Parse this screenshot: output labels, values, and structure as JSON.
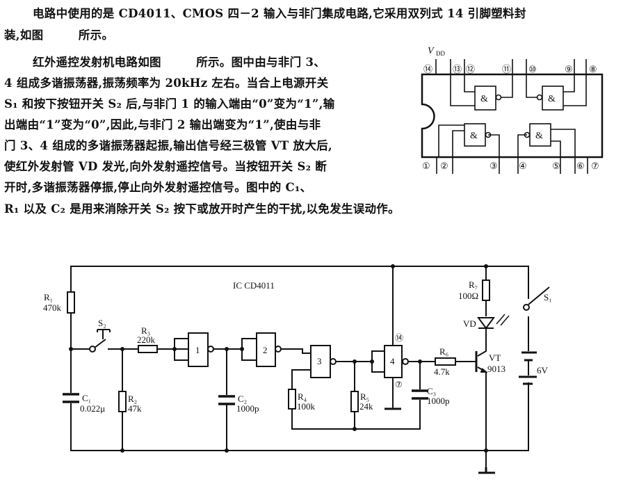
{
  "text": {
    "lines": [
      "电路中使用的是 CD4011、CMOS 四－2 输入与非门集成电路,它采用双列式 14 引脚塑料封",
      "装,如图　　　所示。",
      "红外遥控发射机电路如图　　　所示。图中由与非门 3、",
      "4 组成多谐振荡器,振荡频率为 20kHz 左右。当合上电源开关",
      "S₁ 和按下按钮开关 S₂ 后,与非门 1 的输入端由“0”变为“1”,输",
      "出端由“1”变为“0”,因此,与非门 2 输出端变为“1”,使由与非",
      "门 3、4 组成的多谐振荡器起振,输出信号经三极管 VT 放大后,",
      "使红外发射管 VD 发光,向外发射遥控信号。当按钮开关 S₂ 断",
      "开时,多谐振荡器停振,停止向外发射遥控信号。图中的 C₁、",
      "R₁ 以及 C₂ 是用来消除开关 S₂ 按下或放开时产生的干扰,以免发生误动作。"
    ]
  },
  "pinout": {
    "vdd_label": "V",
    "vdd_sub": "DD",
    "gate_symbol": "&",
    "top_pins": [
      "⑭",
      "⑬",
      "⑫",
      "⑪",
      "⑩",
      "⑨",
      "⑧"
    ],
    "bottom_pins": [
      "①",
      "②",
      "③",
      "④",
      "⑤",
      "⑥",
      "⑦"
    ]
  },
  "circuit": {
    "ic_label": "IC CD4011",
    "r1": {
      "name": "R₁",
      "value": "470k"
    },
    "r2": {
      "name": "R₂",
      "value": "47k"
    },
    "r3": {
      "name": "R₃",
      "value": "220k"
    },
    "r4": {
      "name": "R₄",
      "value": "100k"
    },
    "r5": {
      "name": "R₅",
      "value": "24k"
    },
    "r6": {
      "name": "R₆",
      "value": "4.7k"
    },
    "r7": {
      "name": "R₇",
      "value": "100Ω"
    },
    "c1": {
      "name": "C₁",
      "value": "0.022μ"
    },
    "c2": {
      "name": "C₂",
      "value": "1000p"
    },
    "c3": {
      "name": "C₃",
      "value": "1000p"
    },
    "s1": "S₁",
    "s2": "S₂",
    "vd": "VD",
    "vt": {
      "name": "VT",
      "value": "9013"
    },
    "battery": "6V",
    "gates": [
      "1",
      "2",
      "3",
      "4"
    ],
    "pin14": "⑭",
    "pin7": "⑦"
  }
}
